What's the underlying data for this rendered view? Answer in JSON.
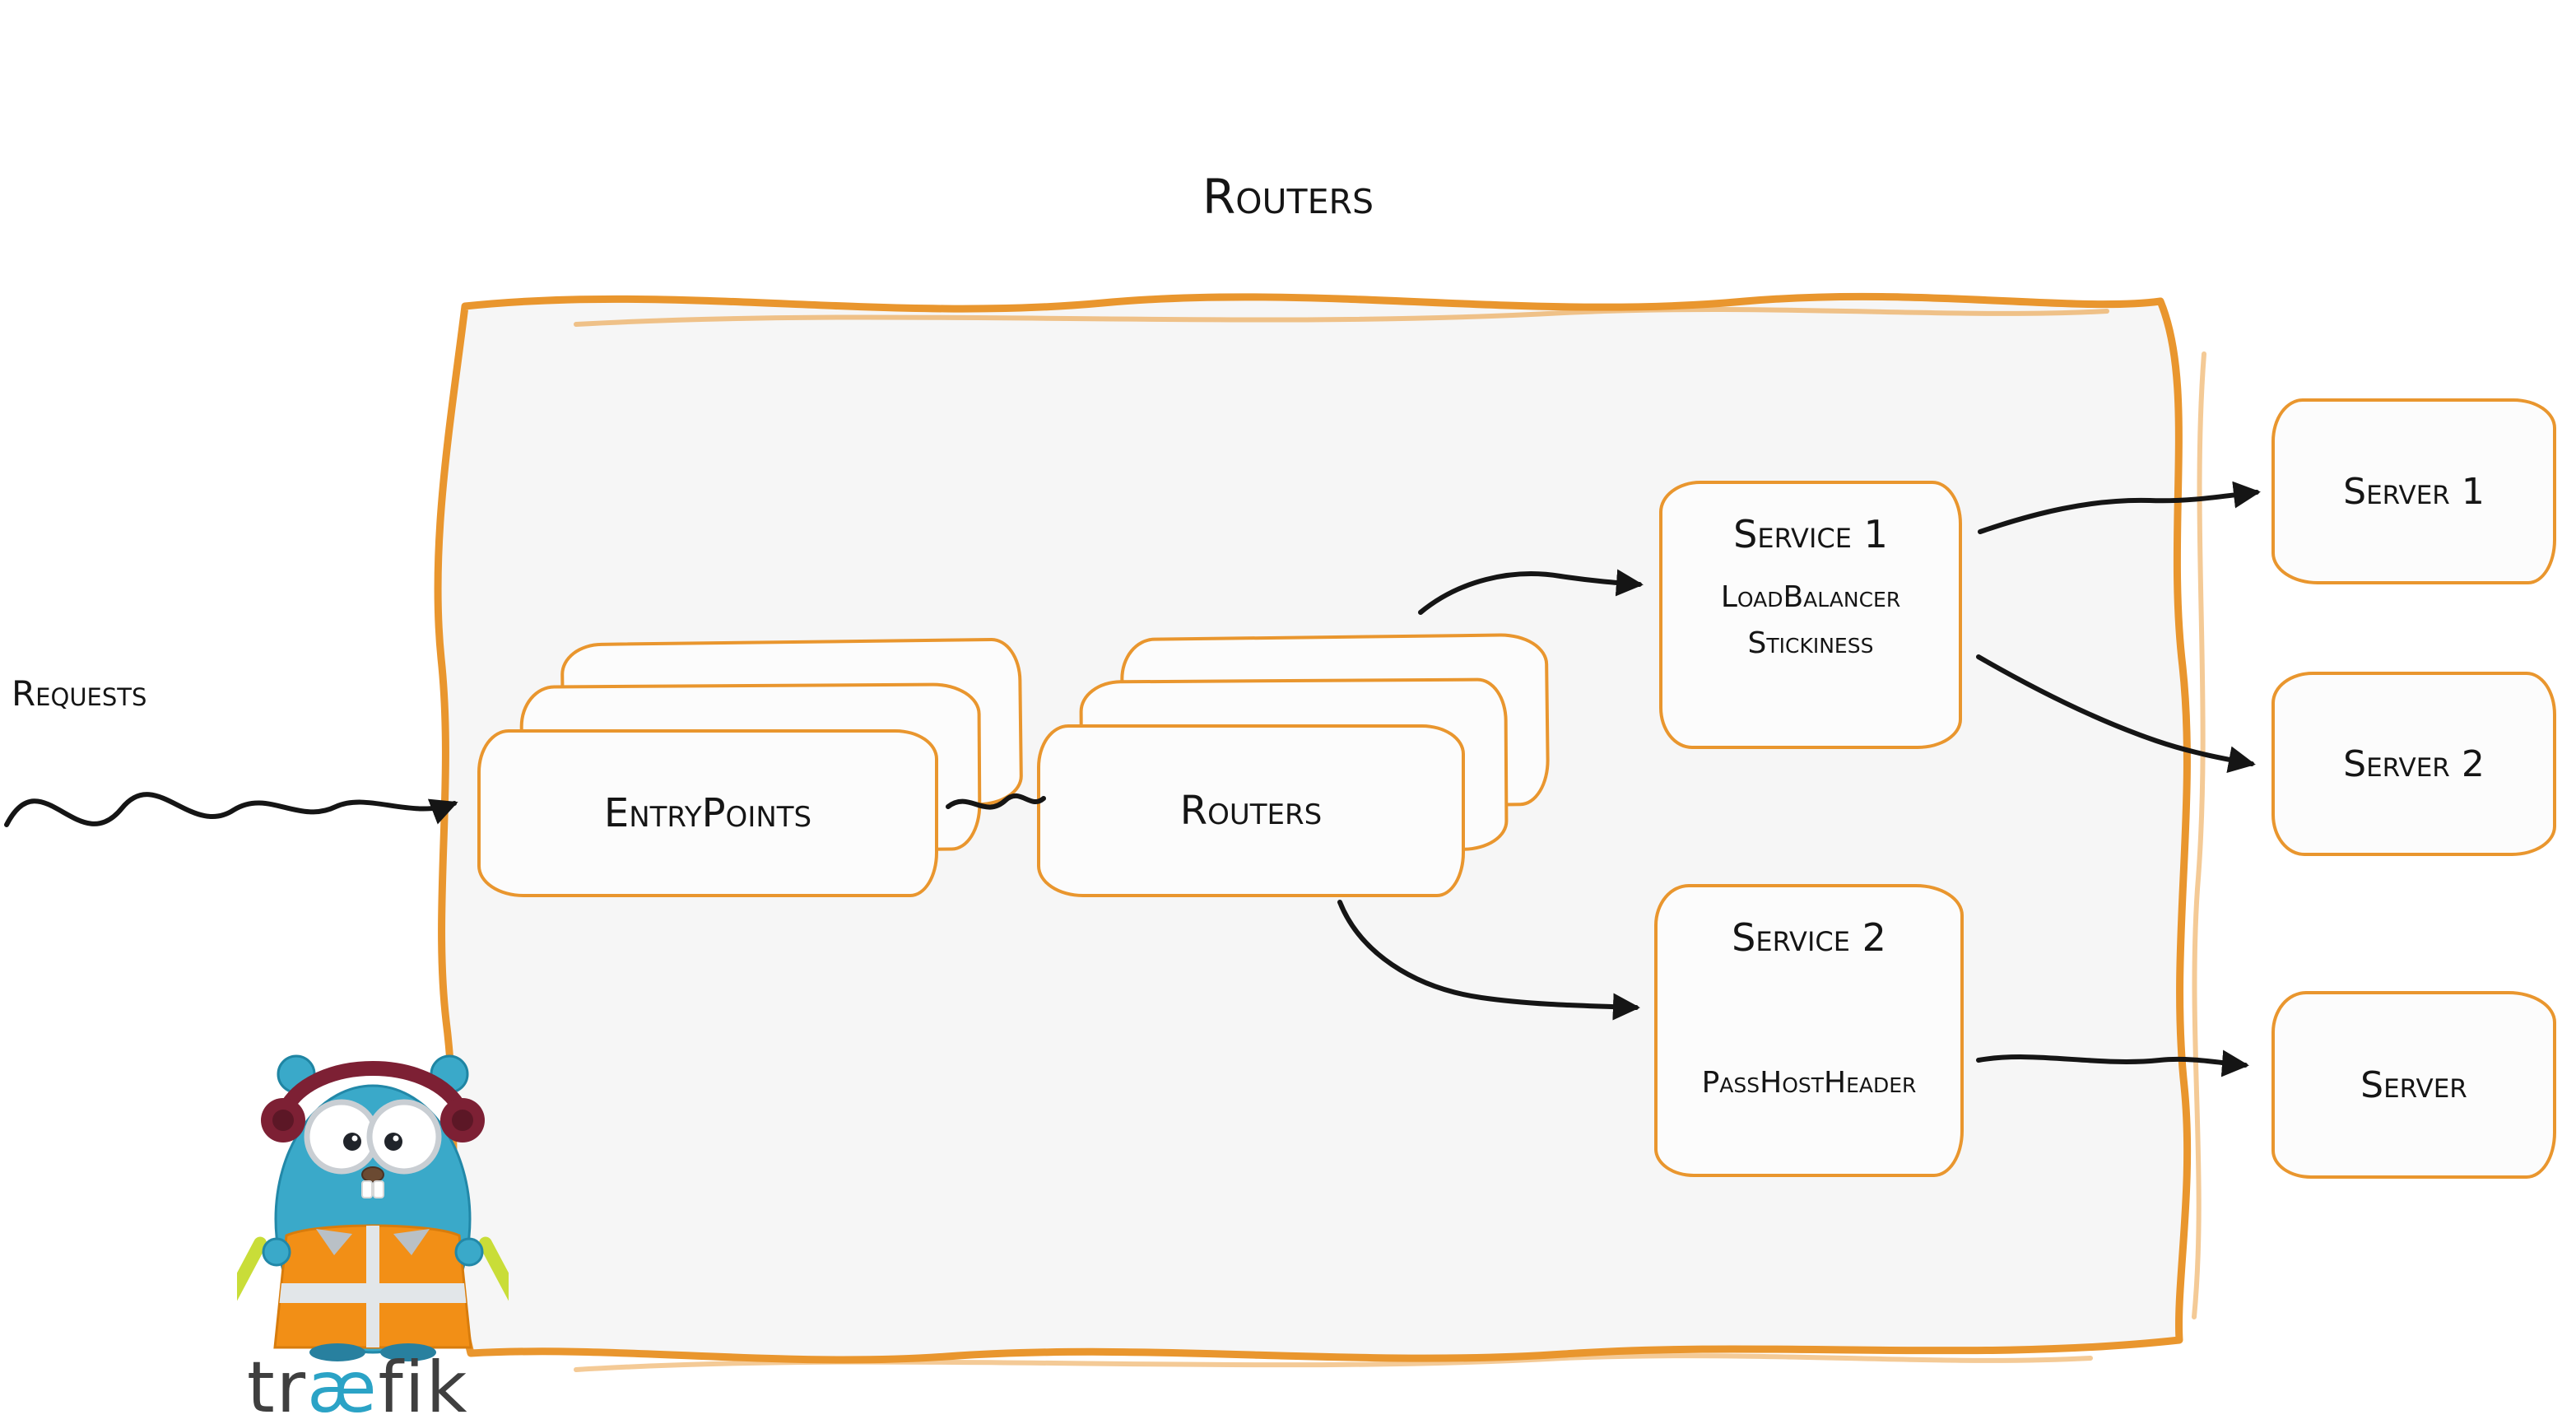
{
  "title": "Routers",
  "requests_label": "Requests",
  "nodes": {
    "entrypoints": {
      "label": "EntryPoints"
    },
    "routers": {
      "label": "Routers"
    },
    "service1": {
      "title": "Service 1",
      "lines": [
        "LoadBalancer",
        "Stickiness"
      ]
    },
    "service2": {
      "title": "Service 2",
      "lines": [
        "PassHostHeader"
      ]
    },
    "server1": {
      "label": "Server 1"
    },
    "server2": {
      "label": "Server 2"
    },
    "server3": {
      "label": "Server"
    }
  },
  "logo": {
    "wordmark_pre": "tr",
    "wordmark_ae": "æ",
    "wordmark_post": "fik"
  },
  "colors": {
    "orange": "#E9962E",
    "box-fill": "#F6F6F6",
    "ink": "#151515",
    "teal": "#2BA3C6"
  }
}
